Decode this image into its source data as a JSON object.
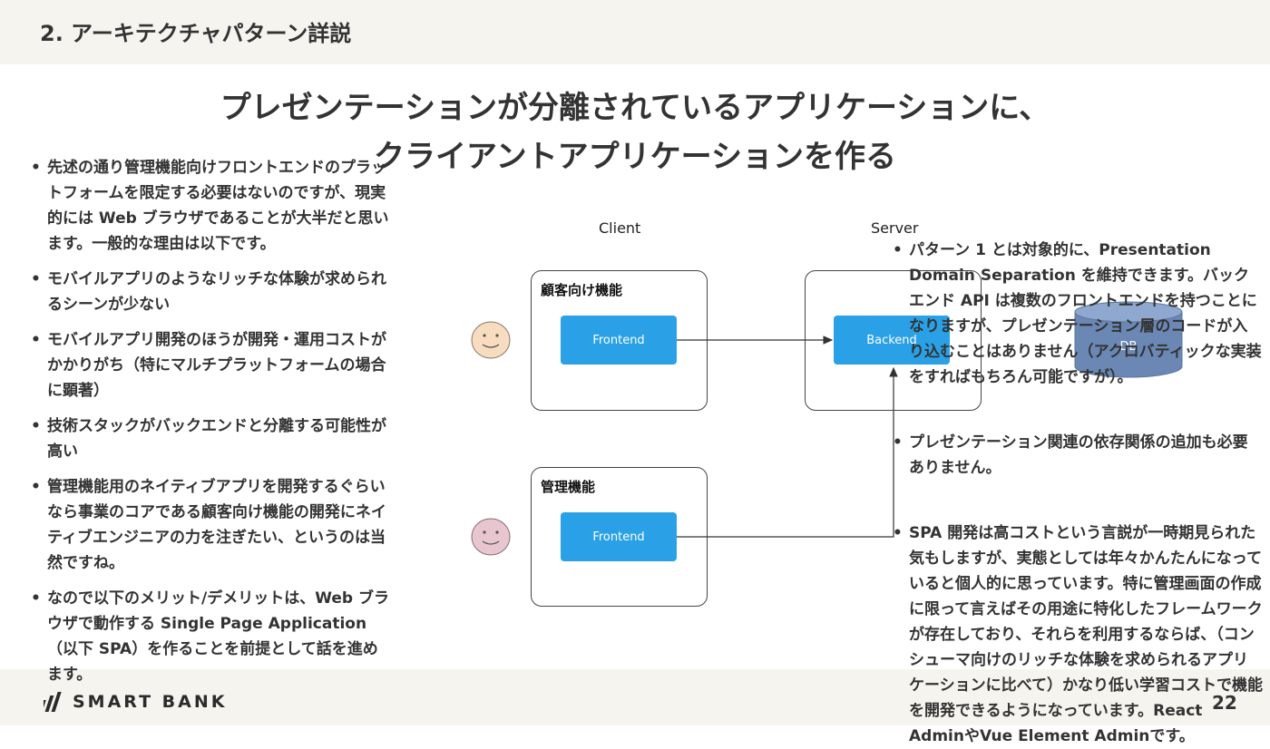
{
  "header": {
    "section_title": "2. アーキテクチャパターン詳説"
  },
  "slide": {
    "title_line1": "プレゼンテーションが分離されているアプリケーションに、",
    "title_line2": "クライアントアプリケーションを作る"
  },
  "left_bullets": [
    "先述の通り管理機能向けフロントエンドのプラットフォームを限定する必要はないのですが、現実的には Web ブラウザであることが大半だと思います。一般的な理由は以下です。",
    "モバイルアプリのようなリッチな体験が求められるシーンが少ない",
    "モバイルアプリ開発のほうが開発・運用コストがかかりがち（特にマルチプラットフォームの場合に顕著）",
    "技術スタックがバックエンドと分離する可能性が高い",
    "管理機能用のネイティブアプリを開発するぐらいなら事業のコアである顧客向け機能の開発にネイティブエンジニアの力を注ぎたい、というのは当然ですね。",
    "なので以下のメリット/デメリットは、Web ブラウザで動作する Single Page Application（以下 SPA）を作ることを前提として話を進めます。"
  ],
  "diagram": {
    "client_label": "Client",
    "server_label": "Server",
    "customer_box_title": "顧客向け機能",
    "admin_box_title": "管理機能",
    "frontend_label_1": "Frontend",
    "frontend_label_2": "Frontend",
    "backend_label": "Backend",
    "db_label": "DB",
    "colors": {
      "component": "#2aa0e6",
      "database": "#6b88b5",
      "face_customer": "#f7dcc0",
      "face_admin": "#e8c6cf"
    }
  },
  "right_bullets": [
    "パターン 1 とは対象的に、Presentation Domain Separation を維持できます。バックエンド API は複数のフロントエンドを持つことになりますが、プレゼンテーション層のコードが入り込むことはありません（アクロバティックな実装をすればもちろん可能ですが）。",
    "プレゼンテーション関連の依存関係の追加も必要ありません。",
    "SPA 開発は高コストという言説が一時期見られた気もしますが、実態としては年々かんたんになっていると個人的に思っています。特に管理画面の作成に限って言えばその用途に特化したフレームワークが存在しており、それらを利用するならば、（コンシューマ向けのリッチな体験を求められるアプリケーションに比べて）かなり低い学習コストで機能を開発できるようになっています。React AdminやVue Element Adminです。"
  ],
  "footer": {
    "logo_text": "SMART BANK",
    "page_number": "22"
  }
}
